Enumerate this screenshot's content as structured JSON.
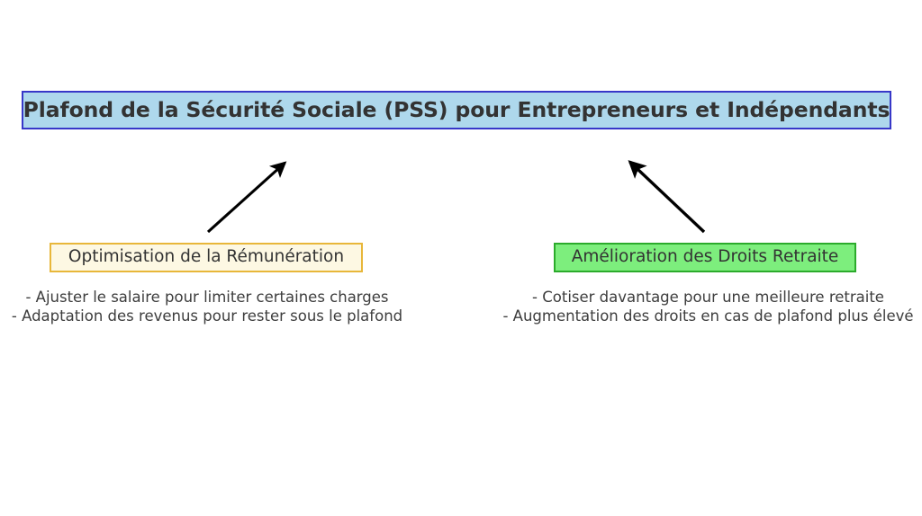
{
  "diagram": {
    "type": "hierarchy",
    "background_color": "#ffffff",
    "title": {
      "label": "Plafond de la Sécurité Sociale (PSS) pour Entrepreneurs et Indépendants",
      "fill_color": "#aed8ec",
      "border_color": "#3737c8",
      "text_color": "#333333"
    },
    "branches": [
      {
        "id": "optimisation-remuneration",
        "label": "Optimisation de la Rémunération",
        "fill_color": "#fdf8e3",
        "border_color": "#e8b73a",
        "text_color": "#333333",
        "details": [
          "- Ajuster le salaire pour limiter certaines charges",
          "- Adaptation des revenus pour rester sous le plafond"
        ]
      },
      {
        "id": "amelioration-droits-retraite",
        "label": "Amélioration des Droits Retraite",
        "fill_color": "#7dee7d",
        "border_color": "#2bab2b",
        "text_color": "#333333",
        "details": [
          "- Cotiser davantage pour une meilleure retraite",
          "- Augmentation des droits en cas de plafond plus élevé"
        ]
      }
    ],
    "connectors": [
      {
        "id": "arrow-left-to-title",
        "icon": "arrow-up-right-icon",
        "from": "optimisation-remuneration",
        "to": "title",
        "color": "#000000"
      },
      {
        "id": "arrow-right-to-title",
        "icon": "arrow-up-left-icon",
        "from": "amelioration-droits-retraite",
        "to": "title",
        "color": "#000000"
      }
    ]
  }
}
